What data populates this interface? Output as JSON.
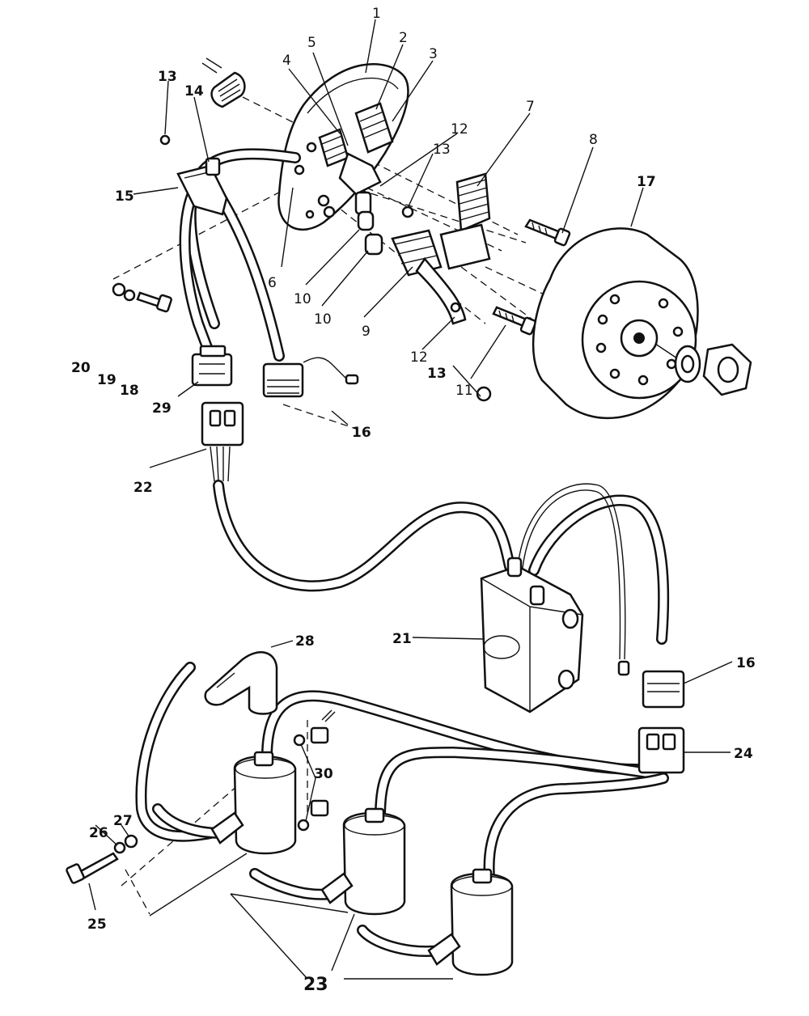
{
  "callouts": {
    "c1": "1",
    "c2": "2",
    "c3": "3",
    "c4": "4",
    "c5": "5",
    "c6": "6",
    "c7": "7",
    "c8": "8",
    "c9": "9",
    "c10a": "10",
    "c10b": "10",
    "c11": "11",
    "c12a": "12",
    "c12b": "12",
    "c13a": "13",
    "c13b": "13",
    "c13c": "13",
    "c14": "14",
    "c15": "15",
    "c16a": "16",
    "c16b": "16",
    "c17": "17",
    "c18": "18",
    "c19": "19",
    "c20": "20",
    "c21": "21",
    "c22": "22",
    "c23": "23",
    "c24": "24",
    "c25": "25",
    "c26": "26",
    "c27": "27",
    "c28": "28",
    "c29": "29",
    "c30": "30"
  },
  "colors": {
    "ink": "#111111",
    "paper": "#ffffff"
  }
}
